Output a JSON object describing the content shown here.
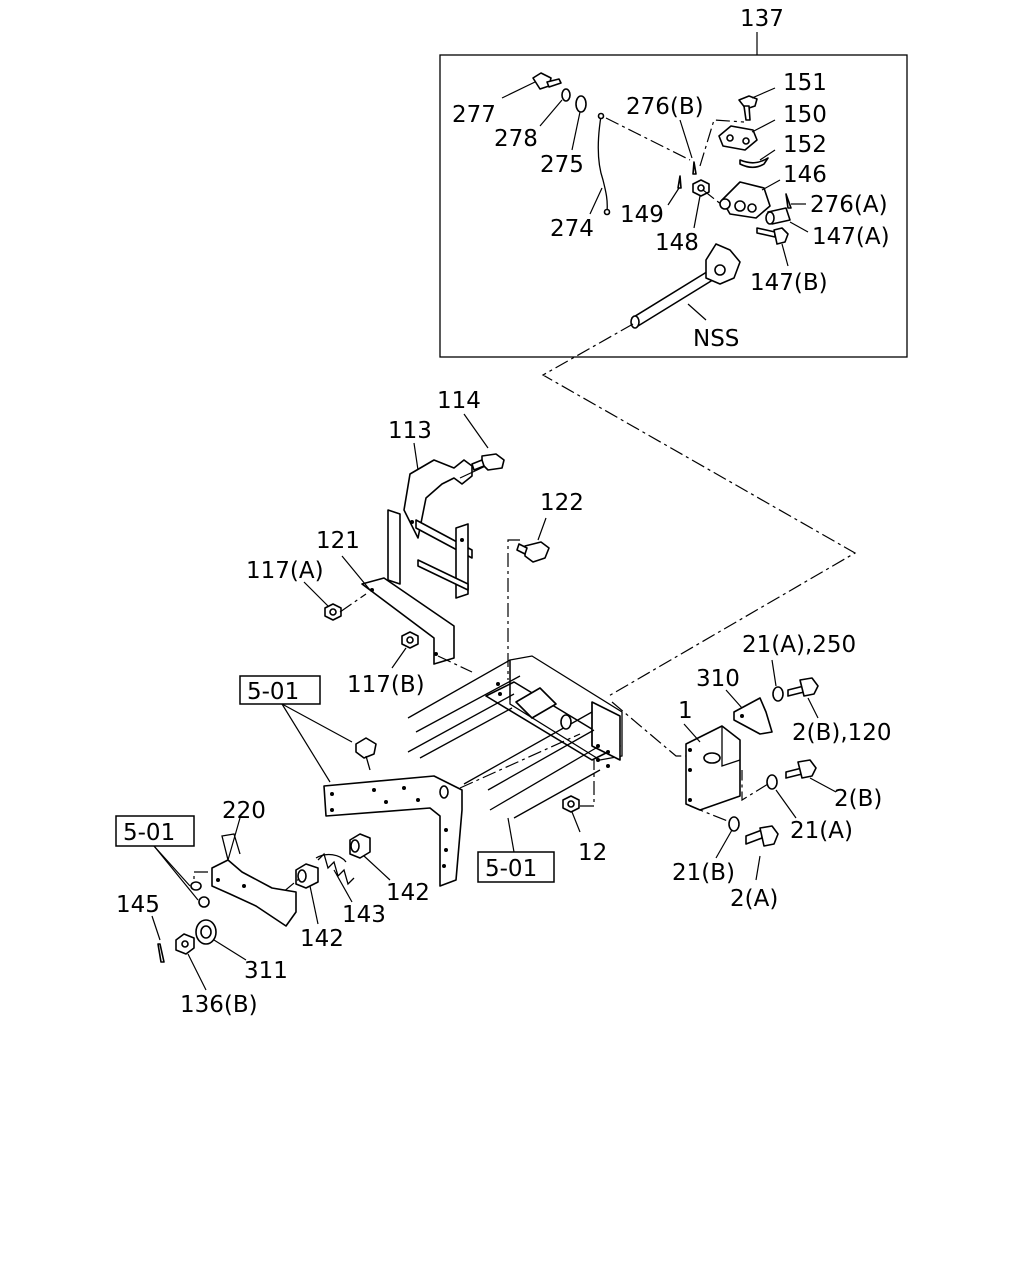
{
  "labels": {
    "p137": "137",
    "p277": "277",
    "p278": "278",
    "p275": "275",
    "p274": "274",
    "p276b": "276(B)",
    "p151": "151",
    "p150": "150",
    "p152": "152",
    "p146": "146",
    "p276a": "276(A)",
    "p147a": "147(A)",
    "p147b": "147(B)",
    "p149": "149",
    "p148": "148",
    "nss": "NSS",
    "p114": "114",
    "p113": "113",
    "p122": "122",
    "p121": "121",
    "p117a": "117(A)",
    "p117b": "117(B)",
    "ref501_a": "5-01",
    "ref501_b": "5-01",
    "ref501_c": "5-01",
    "p220": "220",
    "p145": "145",
    "p142a": "142",
    "p142b": "142",
    "p143": "143",
    "p311": "311",
    "p136b": "136(B)",
    "p12": "12",
    "p1": "1",
    "p310": "310",
    "p21a250": "21(A),250",
    "p2b120": "2(B),120",
    "p2b": "2(B)",
    "p21a": "21(A)",
    "p21b": "21(B)",
    "p2a": "2(A)"
  }
}
